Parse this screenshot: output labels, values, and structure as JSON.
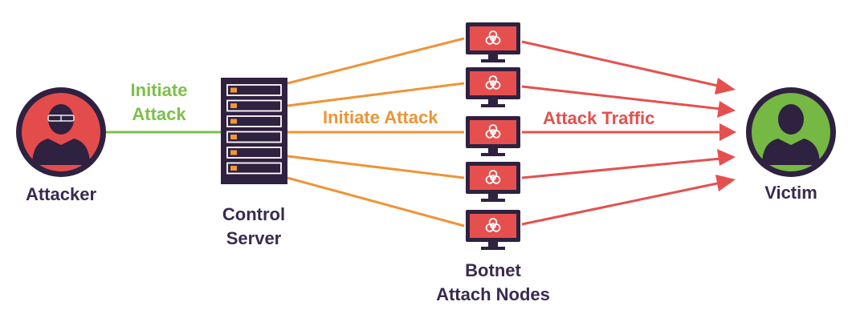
{
  "colors": {
    "dark": "#2f2140",
    "attacker_red": "#e44c4c",
    "victim_green": "#75b843",
    "initiate_green": "#7cc04a",
    "orange": "#ee9437",
    "traffic_red": "#e5504f",
    "server_orange": "#f09838"
  },
  "labels": {
    "attacker": "Attacker",
    "initiate_attack_line1": "Initiate",
    "initiate_attack_line2": "Attack",
    "control_server_line1": "Control",
    "control_server_line2": "Server",
    "initiate_attack_orange": "Initiate Attack",
    "attack_traffic": "Attack Traffic",
    "botnet_line1": "Botnet",
    "botnet_line2": "Attach Nodes",
    "victim": "Victim"
  },
  "icons": {
    "attacker": "masked-person-icon",
    "server": "server-rack-icon",
    "nodes": "biohazard-monitor-icon",
    "victim": "person-icon"
  },
  "botnet_node_count": 5
}
